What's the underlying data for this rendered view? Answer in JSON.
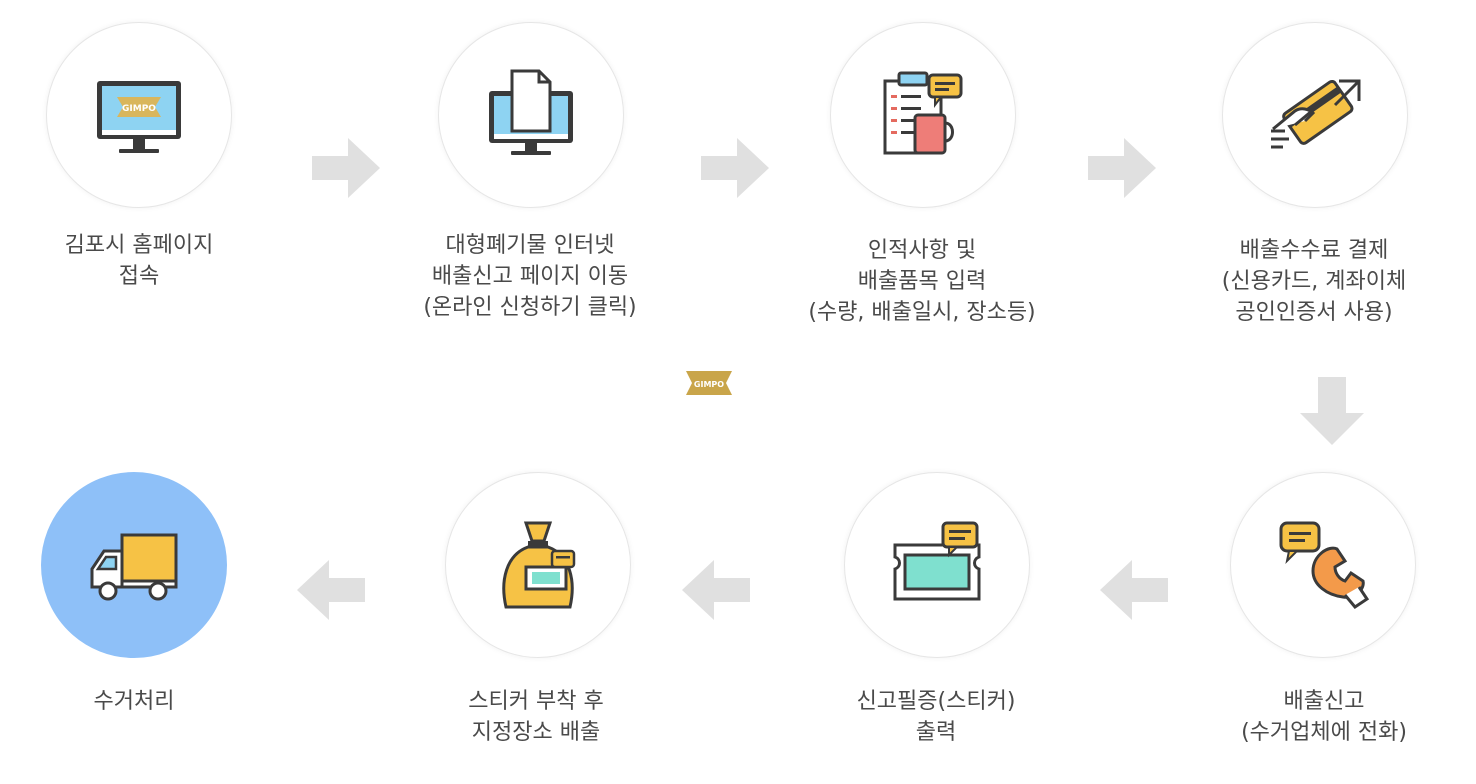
{
  "steps": [
    {
      "lines": [
        "김포시 홈페이지",
        "접속"
      ],
      "icon": "monitor-gimpo-icon"
    },
    {
      "lines": [
        "대형폐기물 인터넷",
        "배출신고 페이지 이동",
        "(온라인 신청하기 클릭)"
      ],
      "icon": "monitor-document-icon"
    },
    {
      "lines": [
        "인적사항 및",
        "배출품목 입력",
        "(수량, 배출일시, 장소등)"
      ],
      "icon": "clipboard-cup-icon"
    },
    {
      "lines": [
        "배출수수료 결제",
        "(신용카드, 계좌이체",
        "공인인증서 사용)"
      ],
      "icon": "card-payment-icon"
    },
    {
      "lines": [
        "배출신고",
        "(수거업체에 전화)"
      ],
      "icon": "phone-call-icon"
    },
    {
      "lines": [
        "신고필증(스티커)",
        "출력"
      ],
      "icon": "ticket-icon"
    },
    {
      "lines": [
        "스티커 부착 후",
        "지정장소 배출"
      ],
      "icon": "bag-sticker-icon"
    },
    {
      "lines": [
        "수거처리"
      ],
      "icon": "truck-icon"
    }
  ],
  "logo_text": "GIMPO",
  "colors": {
    "active_circle": "#8ec0f8",
    "arrow": "#e0e0e0",
    "gold": "#c9a54a"
  }
}
